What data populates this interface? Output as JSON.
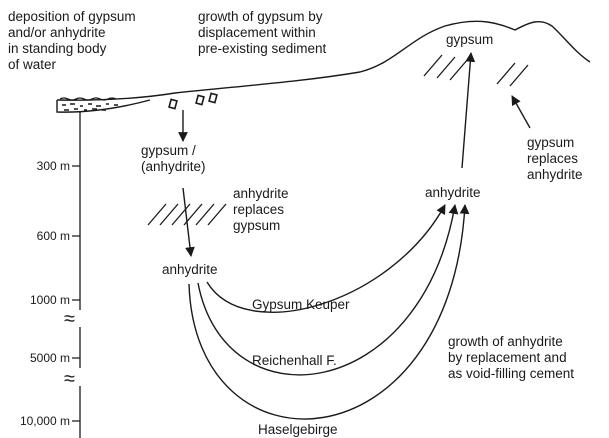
{
  "labels": {
    "deposition": "deposition of gypsum\nand/or anhydrite\nin standing body\nof water",
    "growth_displacement": "growth of gypsum by\ndisplacement within\npre-existing sediment",
    "gypsum_top": "gypsum",
    "gypsum_anhydrite": "gypsum /\n(anhydrite)",
    "anhydrite_replaces_gypsum": "anhydrite\nreplaces\ngypsum",
    "anhydrite_left": "anhydrite",
    "anhydrite_right": "anhydrite",
    "gypsum_replaces_anhydrite": "gypsum\nreplaces\nanhydrite",
    "gypsum_keuper": "Gypsum Keuper",
    "reichenhall": "Reichenhall F.",
    "haselgebirge": "Haselgebirge",
    "growth_anhydrite": "growth of anhydrite\nby replacement and\nas void-filling cement"
  },
  "depth_ticks": [
    "300 m",
    "600 m",
    "1000 m",
    "5000 m",
    "10,000 m"
  ],
  "break_symbol": "≈"
}
